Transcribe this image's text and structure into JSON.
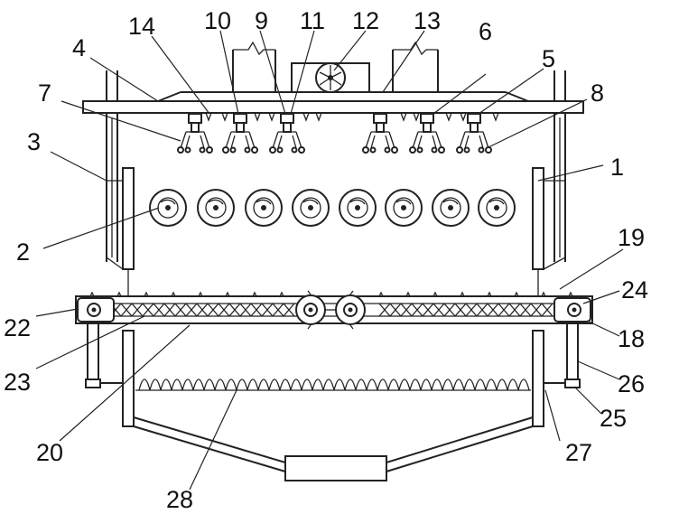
{
  "labels": {
    "l1": "1",
    "l2": "2",
    "l3": "3",
    "l4": "4",
    "l5": "5",
    "l6": "6",
    "l7": "7",
    "l8": "8",
    "l9": "9",
    "l10": "10",
    "l11": "11",
    "l12": "12",
    "l13": "13",
    "l14": "14",
    "l18": "18",
    "l19": "19",
    "l20": "20",
    "l22": "22",
    "l23": "23",
    "l24": "24",
    "l25": "25",
    "l26": "26",
    "l27": "27",
    "l28": "28"
  },
  "colors": {
    "line": "#222222",
    "background": "#ffffff"
  }
}
